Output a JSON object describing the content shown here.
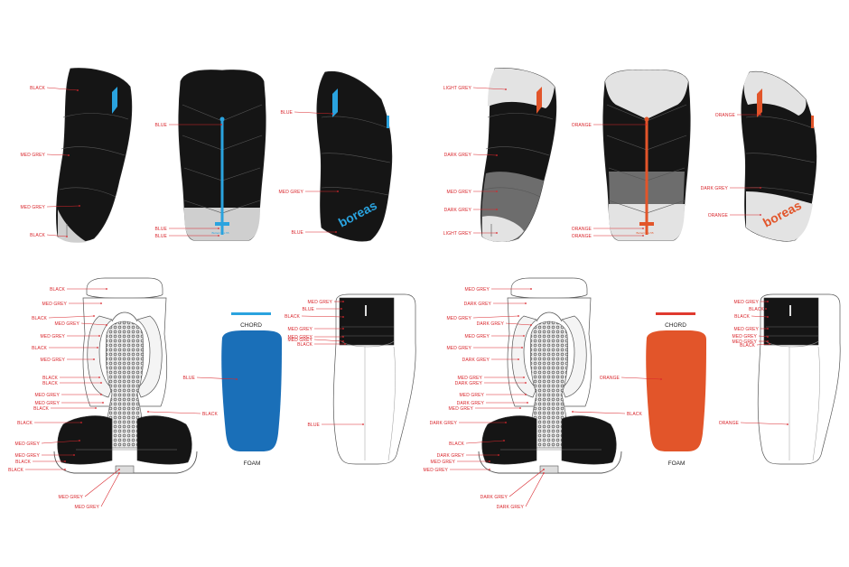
{
  "colors": {
    "label": "#d9262c",
    "blue": "#1a6fb8",
    "blue_bright": "#2aa3df",
    "orange": "#e2552a",
    "red_bar": "#e03a2f",
    "black": "#151515",
    "med_grey": "#6d6d6d",
    "dark_grey": "#3a3a3a",
    "light_grey": "#e3e3e3"
  },
  "brand": {
    "logo_text": "boreas",
    "small_text": "Buttermilks 55"
  },
  "foam_panel": {
    "chord_label": "CHORD",
    "foam_label": "FOAM"
  },
  "variants": [
    {
      "accent": "#2aa3df",
      "pack_main": "#151515",
      "pack_lower": "#151515",
      "pack_top": "#151515",
      "foam_color": "#1a6fb8",
      "chord_color": "#2aa3df",
      "callouts": {
        "side_left": [
          "BLACK",
          "MED GREY",
          "MED GREY",
          "BLACK"
        ],
        "front": [
          "BLUE",
          "BLUE",
          "BLUE"
        ],
        "side_right": [
          "BLUE",
          "MED GREY",
          "BLUE"
        ],
        "harness": [
          "BLACK",
          "MED GREY",
          "BLACK",
          "MED GREY",
          "MED GREY",
          "BLACK",
          "MED GREY",
          "BLACK",
          "BLACK",
          "MED GREY",
          "MED GREY",
          "BLACK",
          "BLACK",
          "MED GREY",
          "MED GREY",
          "BLACK",
          "BLACK",
          "MED GREY",
          "MED GREY"
        ],
        "harness_right": [
          "BLACK"
        ],
        "foam": [
          "BLUE"
        ],
        "back": [
          "MED GREY",
          "BLUE",
          "BLACK",
          "MED GREY",
          "MED GREY",
          "MED GREY",
          "BLACK",
          "BLUE"
        ]
      }
    },
    {
      "accent": "#e2552a",
      "pack_main": "#151515",
      "pack_lower": "#6d6d6d",
      "pack_top": "#e3e3e3",
      "foam_color": "#e2552a",
      "chord_color": "#e03a2f",
      "callouts": {
        "side_left": [
          "LIGHT GREY",
          "DARK GREY",
          "MED GREY",
          "DARK GREY",
          "LIGHT GREY"
        ],
        "front": [
          "ORANGE",
          "ORANGE",
          "ORANGE"
        ],
        "side_right": [
          "ORANGE",
          "DARK GREY",
          "ORANGE"
        ],
        "harness": [
          "MED GREY",
          "DARK GREY",
          "MED GREY",
          "DARK GREY",
          "MED GREY",
          "MED GREY",
          "DARK GREY",
          "MED GREY",
          "DARK GREY",
          "MED GREY",
          "DARK GREY",
          "MED GREY",
          "DARK GREY",
          "BLACK",
          "DARK GREY",
          "MED GREY",
          "MED GREY",
          "DARK GREY",
          "DARK GREY"
        ],
        "harness_right": [
          "BLACK"
        ],
        "foam": [
          "ORANGE"
        ],
        "back": [
          "MED GREY",
          "BLACK",
          "BLACK",
          "MED GREY",
          "MED GREY",
          "MED GREY",
          "BLACK",
          "ORANGE"
        ]
      }
    }
  ]
}
